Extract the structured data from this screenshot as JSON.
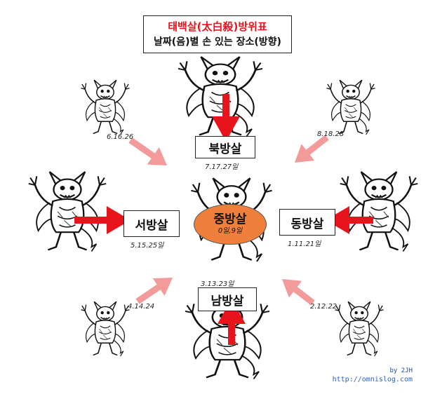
{
  "colors": {
    "title_red": "#e8141c",
    "arrow_red": "#e8141c",
    "arrow_pink": "#f39a9a",
    "center_fill": "#ef7f3b",
    "credit_blue": "#1a4d9e"
  },
  "title": {
    "prefix": "태백살",
    "hanja": "(太白殺)",
    "suffix": "방위표",
    "subtitle": "날짜(음)별 손 있는 장소(방향)"
  },
  "center": {
    "label": "중방살",
    "days": "0일,9일"
  },
  "north": {
    "label": "북방살",
    "days": "7.17.27일"
  },
  "west": {
    "label": "서방살",
    "days": "5.15.25일"
  },
  "east": {
    "label": "동방살",
    "days": "1.11.21일"
  },
  "south": {
    "label": "남방살",
    "days": "3.13.23일"
  },
  "northwest": {
    "days": "6.16.26"
  },
  "northeast": {
    "days": "8.18.28"
  },
  "southwest": {
    "days": "4.14.24"
  },
  "southeast": {
    "days": "2.12.22"
  },
  "credit": {
    "by": "by 2JH",
    "url": "http://omnislog.com"
  },
  "icons": [
    "devil-figure-icon"
  ]
}
